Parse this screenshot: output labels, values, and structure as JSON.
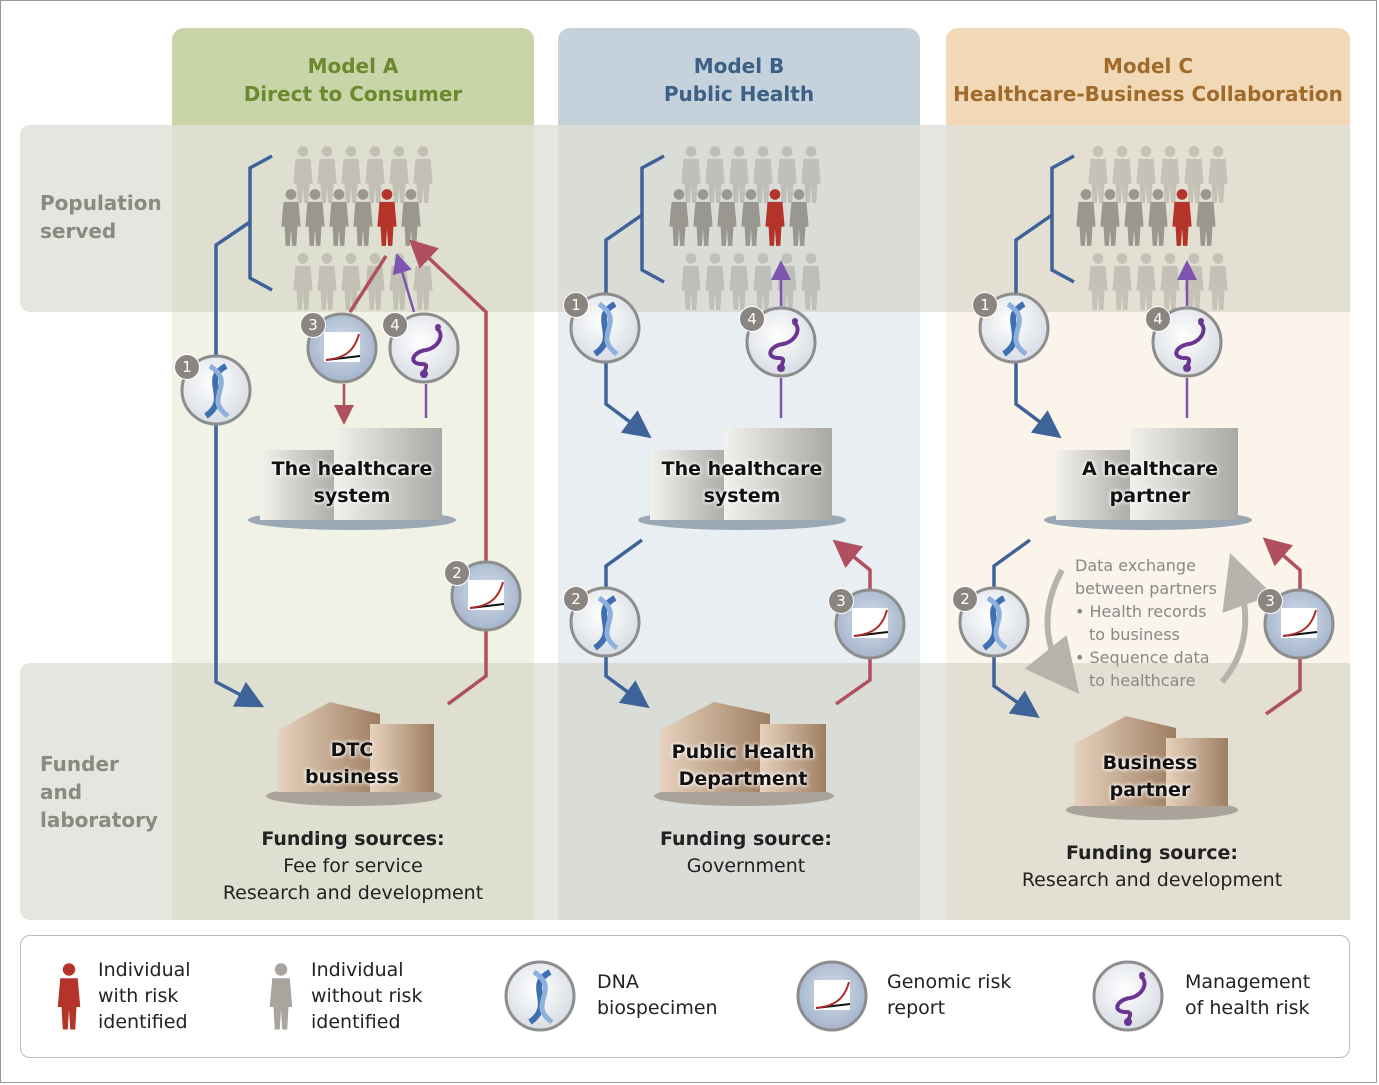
{
  "models": [
    {
      "name": "Model A",
      "subtitle": "Direct to Consumer",
      "color": "#6b8a2e",
      "hospital": "The healthcare system",
      "lab": "DTC business",
      "funding_title": "Funding sources:",
      "funding": [
        "Fee for service",
        "Research and development"
      ]
    },
    {
      "name": "Model B",
      "subtitle": "Public Health",
      "color": "#3c5f85",
      "hospital": "The healthcare system",
      "lab": "Public Health Department",
      "funding_title": "Funding source:",
      "funding": [
        "Government"
      ]
    },
    {
      "name": "Model C",
      "subtitle": "Healthcare-Business Collaboration",
      "color": "#a06a2a",
      "hospital": "A healthcare partner",
      "lab": "Business partner",
      "funding_title": "Funding source:",
      "funding": [
        "Research and development"
      ]
    }
  ],
  "rows": {
    "population": "Population served",
    "funder": "Funder and laboratory"
  },
  "exchange": {
    "title_1": "Data exchange",
    "title_2": "between partners",
    "b1_1": "• Health records",
    "b1_2": "to business",
    "b2_1": "• Sequence data",
    "b2_2": "to healthcare"
  },
  "steps": {
    "A": [
      "1",
      "2",
      "3",
      "4"
    ],
    "B": [
      "1",
      "2",
      "3",
      "4"
    ],
    "C": [
      "1",
      "2",
      "3",
      "4"
    ]
  },
  "legend": {
    "risk": "Individual with risk identified",
    "norisk": "Individual without risk identified",
    "dna": "DNA biospecimen",
    "report": "Genomic risk report",
    "manage": "Management of health risk"
  },
  "colors": {
    "dna_flow": "#3d6399",
    "report_flow": "#b0505f",
    "manage_flow": "#7d55b0",
    "risk_person": "#b5342a",
    "person": "#a8a49e"
  }
}
